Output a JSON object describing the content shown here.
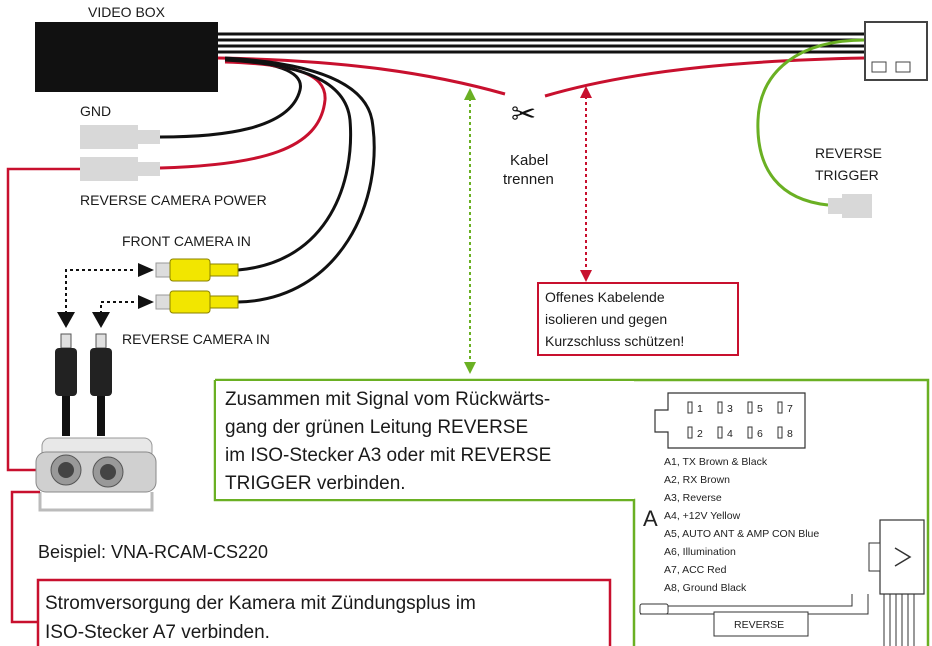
{
  "labels": {
    "video_box": "VIDEO BOX",
    "gnd": "GND",
    "reverse_camera_power": "REVERSE CAMERA POWER",
    "front_camera_in": "FRONT CAMERA IN",
    "reverse_camera_in": "REVERSE CAMERA IN",
    "reverse_trigger_1": "REVERSE",
    "reverse_trigger_2": "TRIGGER",
    "cut_1": "Kabel",
    "cut_2": "trennen",
    "example": "Beispiel: VNA-RCAM-CS220"
  },
  "note_red": {
    "line1": "Offenes Kabelende",
    "line2": "isolieren und gegen",
    "line3": "Kurzschluss schützen!"
  },
  "note_green": {
    "line1": "Zusammen mit Signal vom Rückwärts-",
    "line2": "gang der grünen Leitung REVERSE",
    "line3": "im ISO-Stecker A3 oder mit REVERSE",
    "line4": "TRIGGER verbinden."
  },
  "note_power": {
    "line1": "Stromversorgung der Kamera mit Zündungsplus im",
    "line2": "ISO-Stecker A7 verbinden."
  },
  "iso": {
    "letter": "A",
    "pins_top": [
      "1",
      "3",
      "5",
      "7"
    ],
    "pins_bottom": [
      "2",
      "4",
      "6",
      "8"
    ],
    "pin_list": [
      "A1,  TX Brown & Black",
      "A2,  RX Brown",
      "A3, Reverse",
      "A4, +12V   Yellow",
      "A5, AUTO ANT & AMP CON  Blue",
      "A6, Illumination",
      "A7, ACC Red",
      "A8, Ground Black"
    ],
    "plug_label": "REVERSE"
  },
  "colors": {
    "red": "#c8102e",
    "green": "#6ab023",
    "black": "#111111",
    "yellow": "#f2e600"
  }
}
